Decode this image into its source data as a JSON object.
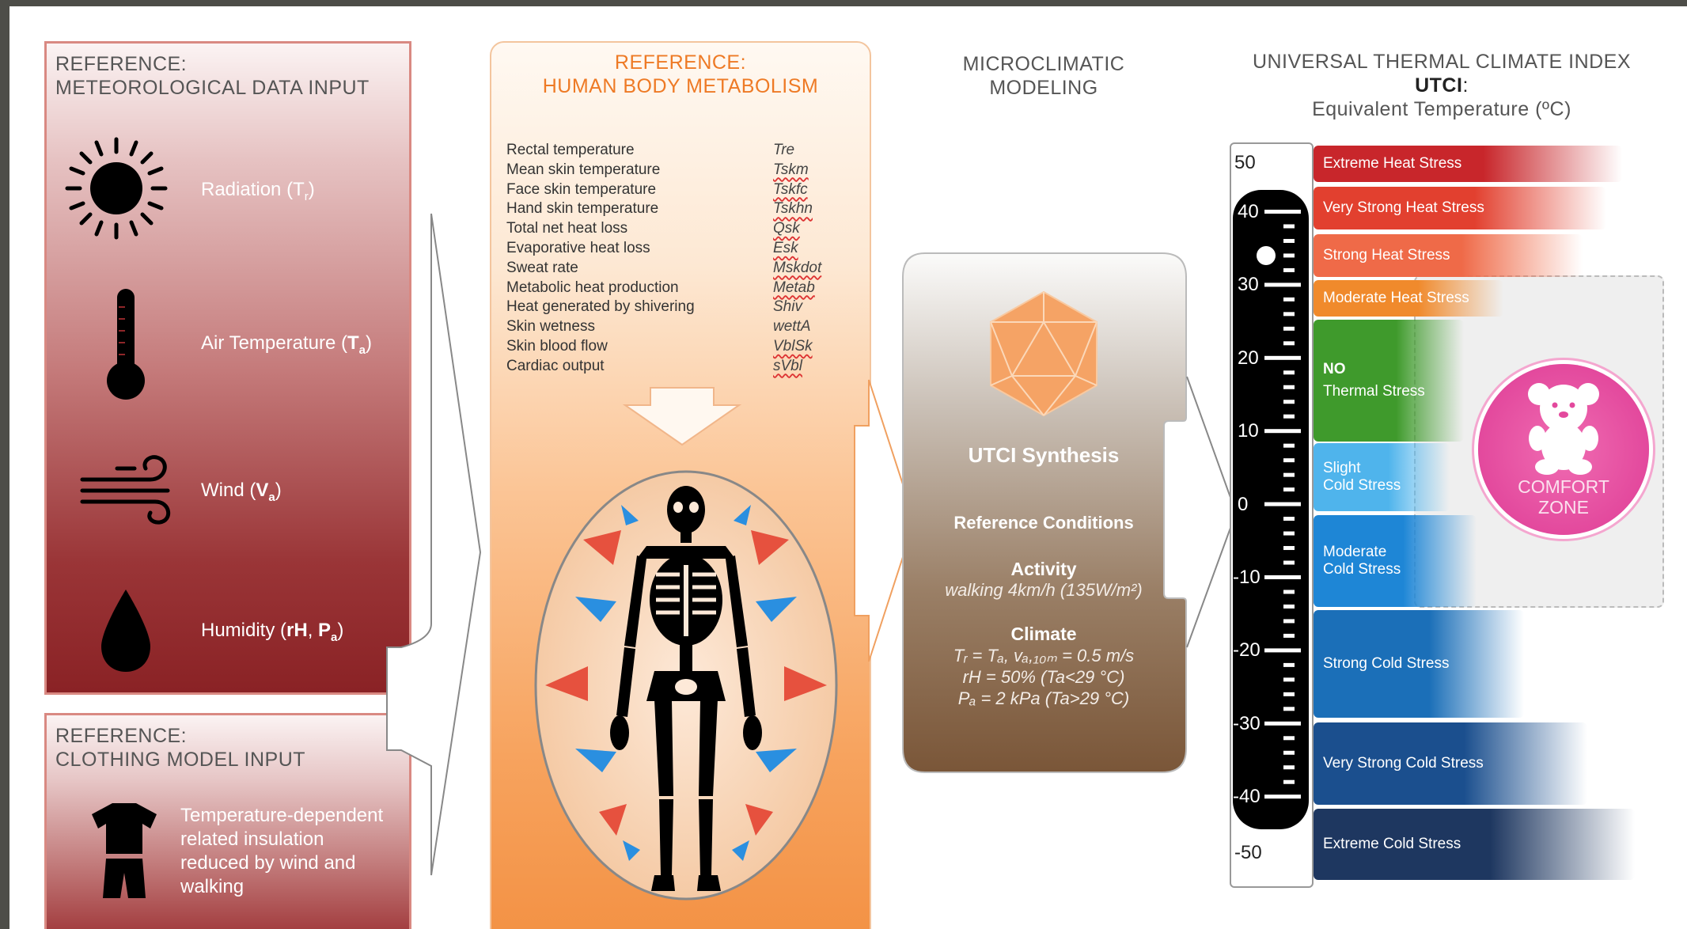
{
  "met": {
    "title1": "REFERENCE:",
    "title2": "METEOROLOGICAL DATA INPUT",
    "radiation": "Radiation (T",
    "radiation_sub": "r",
    "radiation_end": ")",
    "air": "Air Temperature (",
    "air_b": "T",
    "air_sub": "a",
    "air_end": ")",
    "wind": "Wind (",
    "wind_b": "V",
    "wind_sub": "a",
    "wind_end": ")",
    "humidity": "Humidity (",
    "humidity_b1": "rH",
    "humidity_sep": ", ",
    "humidity_b2": "P",
    "humidity_sub": "a",
    "humidity_end": ")"
  },
  "clothing": {
    "title1": "REFERENCE:",
    "title2": "CLOTHING MODEL INPUT",
    "line1": "Temperature-dependent",
    "line2": "related insulation",
    "line3": "reduced by wind and",
    "line4": "walking"
  },
  "metabolism": {
    "title1": "REFERENCE:",
    "title2": "HUMAN BODY METABOLISM",
    "variables": [
      {
        "name": "Rectal temperature",
        "abbr": "Tre"
      },
      {
        "name": "Mean skin temperature",
        "abbr": "Tskm"
      },
      {
        "name": "Face skin temperature",
        "abbr": "Tskfc"
      },
      {
        "name": "Hand skin temperature",
        "abbr": "Tskhn"
      },
      {
        "name": "Total net heat loss",
        "abbr": "Qsk"
      },
      {
        "name": "Evaporative heat loss",
        "abbr": "Esk"
      },
      {
        "name": "Sweat rate",
        "abbr": "Mskdot"
      },
      {
        "name": "Metabolic heat production",
        "abbr": "Metab"
      },
      {
        "name": "Heat generated by shivering",
        "abbr": "Shiv"
      },
      {
        "name": "Skin wetness",
        "abbr": "wettA"
      },
      {
        "name": "Skin blood flow",
        "abbr": "VblSk"
      },
      {
        "name": "Cardiac output",
        "abbr": "sVbl"
      }
    ]
  },
  "micro": {
    "title1": "MICROCLIMATIC",
    "title2": "MODELING",
    "synthesis": "UTCI Synthesis",
    "ref_conditions": "Reference Conditions",
    "activity_label": "Activity",
    "activity_value": "walking 4km/h (135W/m²)",
    "climate_label": "Climate",
    "climate_line1": "Tᵣ = Tₐ, vₐ,₁₀ₘ = 0.5 m/s",
    "climate_line2": "rH = 50% (Ta<29 °C)",
    "climate_line3": "Pₐ = 2 kPa (Ta>29 °C)"
  },
  "utci": {
    "title1": "UNIVERSAL THERMAL CLIMATE INDEX",
    "title2": "UTCI",
    "title2_colon": ":",
    "title3": "Equivalent Temperature (ºC)",
    "scale_top": "50",
    "scale_bottom": "-50",
    "scale_ticks": [
      "40",
      "30",
      "20",
      "10",
      "0",
      "-10",
      "-20",
      "-30",
      "-40"
    ],
    "bands": [
      {
        "label": "Extreme Heat Stress",
        "color": "#c8262b"
      },
      {
        "label": "Very Strong Heat Stress",
        "color": "#e2402f"
      },
      {
        "label": "Strong Heat Stress",
        "color": "#ef6a48"
      },
      {
        "label": "Moderate Heat Stress",
        "color": "#f08a2c"
      },
      {
        "label_bold": "NO",
        "label": "Thermal Stress",
        "color": "#3f9a2c"
      },
      {
        "label1": "Slight",
        "label2": "Cold Stress",
        "color": "#4fb4ec"
      },
      {
        "label1": "Moderate",
        "label2": "Cold Stress",
        "color": "#1e86d6"
      },
      {
        "label": "Strong Cold Stress",
        "color": "#1b6fb8"
      },
      {
        "label": "Very Strong Cold Stress",
        "color": "#1b4f8e"
      },
      {
        "label": "Extreme Cold Stress",
        "color": "#1e3760"
      }
    ],
    "comfort1": "COMFORT",
    "comfort2": "ZONE"
  }
}
